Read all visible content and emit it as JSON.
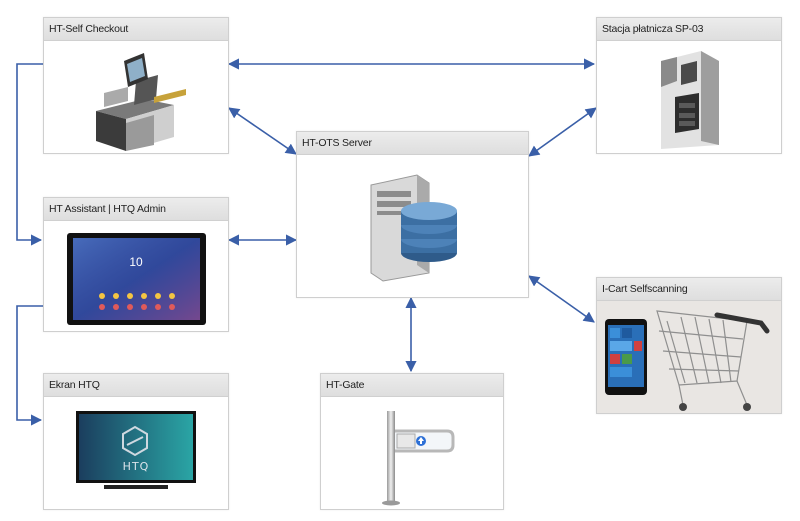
{
  "nodes": {
    "self_checkout": {
      "label": "HT-Self Checkout"
    },
    "payment_station": {
      "label": "Stacja płatnicza SP-03"
    },
    "ots_server": {
      "label": "HT-OTS Server"
    },
    "assistant": {
      "label": "HT Assistant | HTQ Admin",
      "tablet_clock": "10"
    },
    "icart": {
      "label": "I-Cart Selfscanning"
    },
    "ekran": {
      "label": "Ekran HTQ",
      "screen_logo_text": "HTQ"
    },
    "gate": {
      "label": "HT-Gate"
    }
  },
  "colors": {
    "connector": "#3a5fa8",
    "title_bar": "#e4e4e4",
    "box_border": "#cfcfcf"
  }
}
